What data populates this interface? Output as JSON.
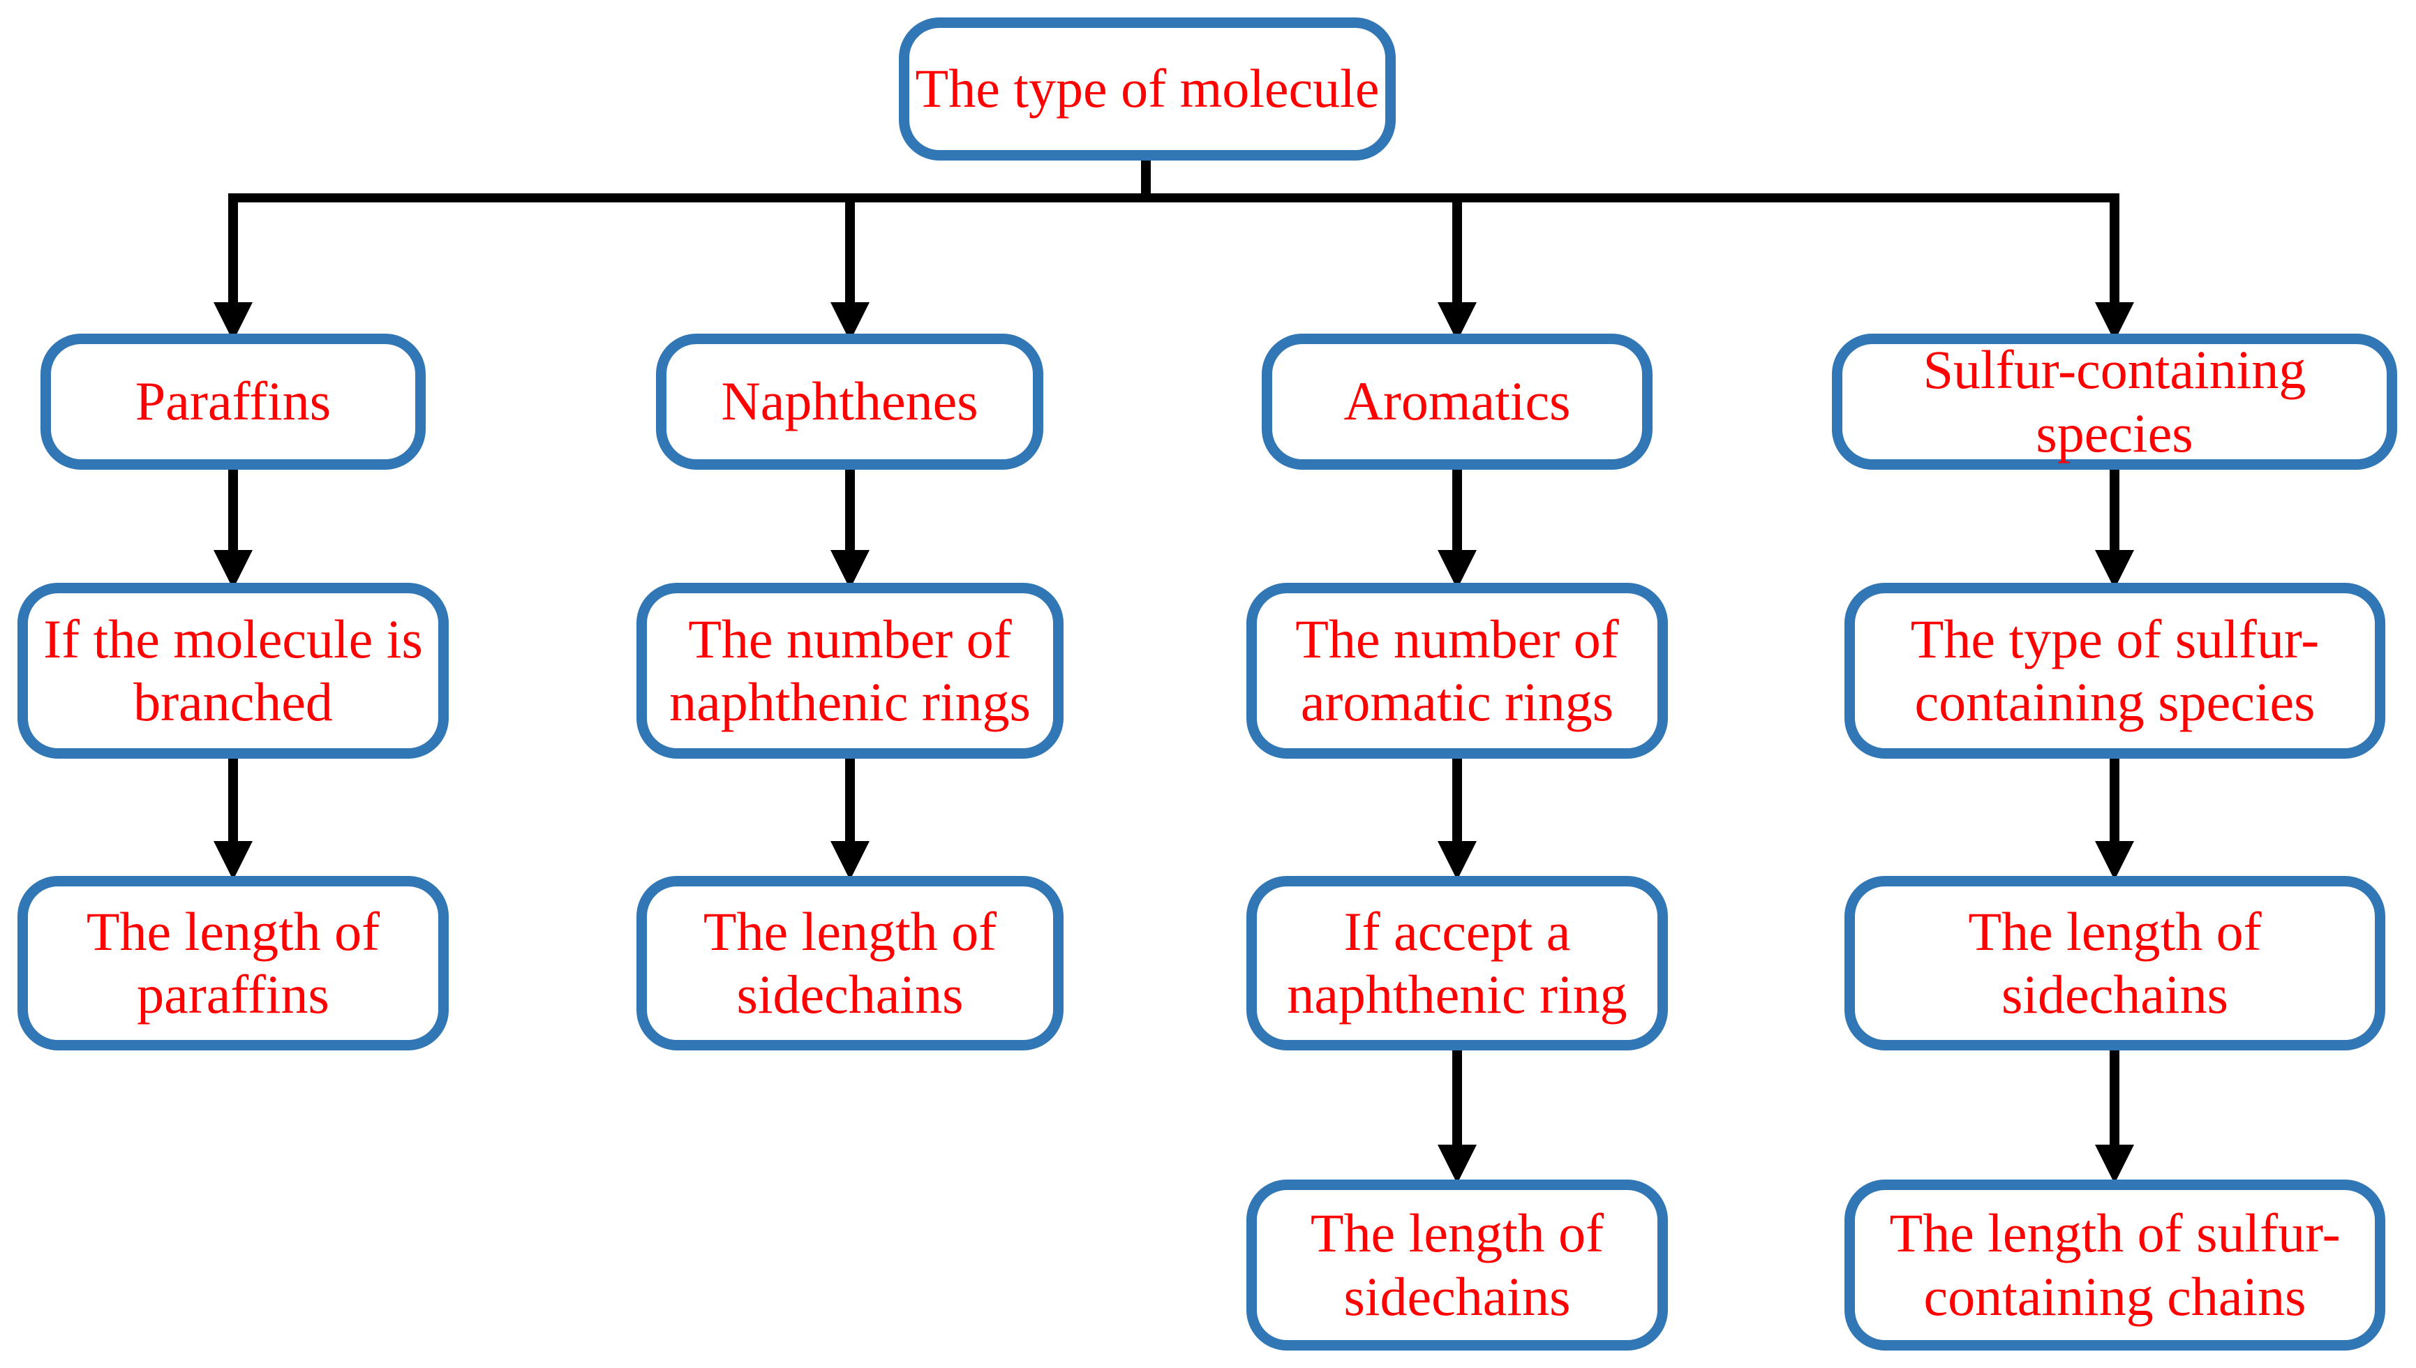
{
  "colors": {
    "box_border": "#3176B5",
    "box_fill": "#FFFFFF",
    "label_text": "#FF0000",
    "connector": "#000000",
    "background": "#FFFFFF"
  },
  "root": {
    "label": "The type of molecule"
  },
  "columns": [
    {
      "name": "paraffins",
      "nodes": [
        {
          "label": "Paraffins"
        },
        {
          "label": "If the molecule is\nbranched"
        },
        {
          "label": "The length of\nparaffins"
        }
      ]
    },
    {
      "name": "naphthenes",
      "nodes": [
        {
          "label": "Naphthenes"
        },
        {
          "label": "The number of\nnaphthenic rings"
        },
        {
          "label": "The length of\nsidechains"
        }
      ]
    },
    {
      "name": "aromatics",
      "nodes": [
        {
          "label": "Aromatics"
        },
        {
          "label": "The number of\naromatic rings"
        },
        {
          "label": "If accept a\nnaphthenic ring"
        },
        {
          "label": "The length of\nsidechains"
        }
      ]
    },
    {
      "name": "sulfur-containing-species",
      "nodes": [
        {
          "label": "Sulfur-containing species"
        },
        {
          "label": "The type of sulfur-\ncontaining species"
        },
        {
          "label": "The length of\nsidechains"
        },
        {
          "label": "The length of sulfur-\ncontaining chains"
        }
      ]
    }
  ]
}
